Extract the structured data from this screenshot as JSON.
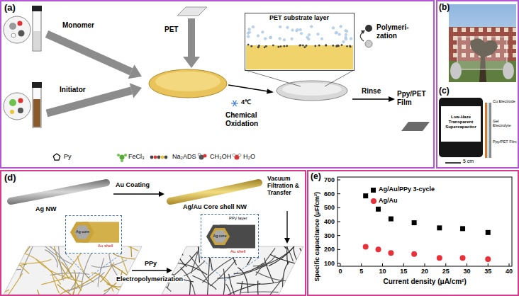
{
  "diagram": {
    "nodes": [
      {
        "text": [
          "(a)"
        ]
      },
      {
        "text": [
          "PET substrate layer"
        ],
        "in": 0
      },
      {
        "text": [
          "(b)",
          "(c)"
        ]
      },
      {
        "text": [
          "Low-Haze Transparent Supercapacitor"
        ],
        "in": 2
      },
      {
        "text": [
          "(d)"
        ]
      },
      {
        "text": [
          "Ag core",
          "Au shell"
        ],
        "in": 4
      },
      {
        "text": [
          "PPy layer",
          "Ag core",
          "Au shell"
        ],
        "in": 4
      },
      {
        "text": [
          "(e)"
        ]
      }
    ],
    "labels": [
      "Monomer",
      "Initiator",
      "PET",
      "4℃",
      "Chemical Oxidation",
      "Polymeri- zation",
      "Rinse",
      "Ppy/PET Film",
      "5 cm",
      "Cu Electrode",
      "Gel Electrolyte",
      "Ppy/PET Film",
      "Ag NW",
      "Au Coating",
      "Ag/Au Core shell NW",
      "Vacuum Filtration & Transfer",
      "PPy",
      "Electropolymerization",
      "Specific capacitance (μF/cm²)",
      "Current density (μA/cm²)",
      "100",
      "200",
      "300",
      "400",
      "500",
      "600",
      "700",
      "0",
      "5",
      "10",
      "15",
      "20",
      "25",
      "30",
      "35",
      "40"
    ],
    "legend": [
      {
        "text": "Py"
      },
      {
        "text": "FeCl₃"
      },
      {
        "text": "Na₂ADS"
      },
      {
        "text": "CH₃OH"
      },
      {
        "text": "H₂O"
      },
      {
        "text": "Ag/Au/PPy 3-cycle",
        "color": "#000000"
      },
      {
        "text": "Ag/Au",
        "color": "#e8303a"
      }
    ]
  }
}
